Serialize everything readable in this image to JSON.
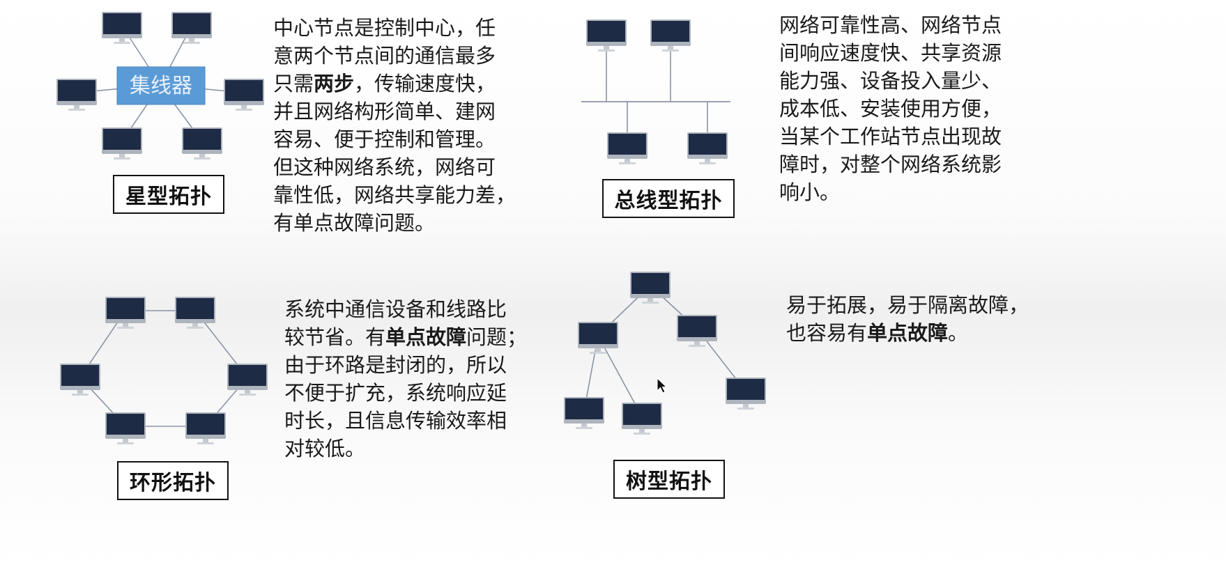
{
  "star": {
    "title": "星型拓扑",
    "hub_label": "集线器",
    "desc": [
      {
        "text": "中心节点是控制中心，任\n意两个节点间的通信最多\n只需"
      },
      {
        "text": "两步",
        "bold": true
      },
      {
        "text": "，传输速度快，\n并且网络构形简单、建网\n容易、便于控制和管理。\n但这种网络系统，网络可\n靠性低，网络共享能力差，\n有单点故障问题。"
      }
    ]
  },
  "bus": {
    "title": "总线型拓扑",
    "desc": [
      {
        "text": "网络可靠性高、网络节点\n间响应速度快、共享资源\n能力强、设备投入量少、\n成本低、安装使用方便，\n当某个工作站节点出现故\n障时，对整个网络系统影\n响小。"
      }
    ]
  },
  "ring": {
    "title": "环形拓扑",
    "desc": [
      {
        "text": "系统中通信设备和线路比\n较节省。有"
      },
      {
        "text": "单点故障",
        "bold": true
      },
      {
        "text": "问题；\n由于环路是封闭的，所以\n不便于扩充，系统响应延\n时长，且信息传输效率相\n对较低。"
      }
    ]
  },
  "tree": {
    "title": "树型拓扑",
    "desc": [
      {
        "text": "易于拓展，易于隔离故障，\n也容易有"
      },
      {
        "text": "单点故障",
        "bold": true
      },
      {
        "text": "。"
      }
    ]
  },
  "colors": {
    "monitor": "#1e2b45",
    "bezel": "#aeb4bd",
    "link": "#8a94a6",
    "hub_fill": "#5b9bd5",
    "hub_text": "#e8f1fb"
  }
}
